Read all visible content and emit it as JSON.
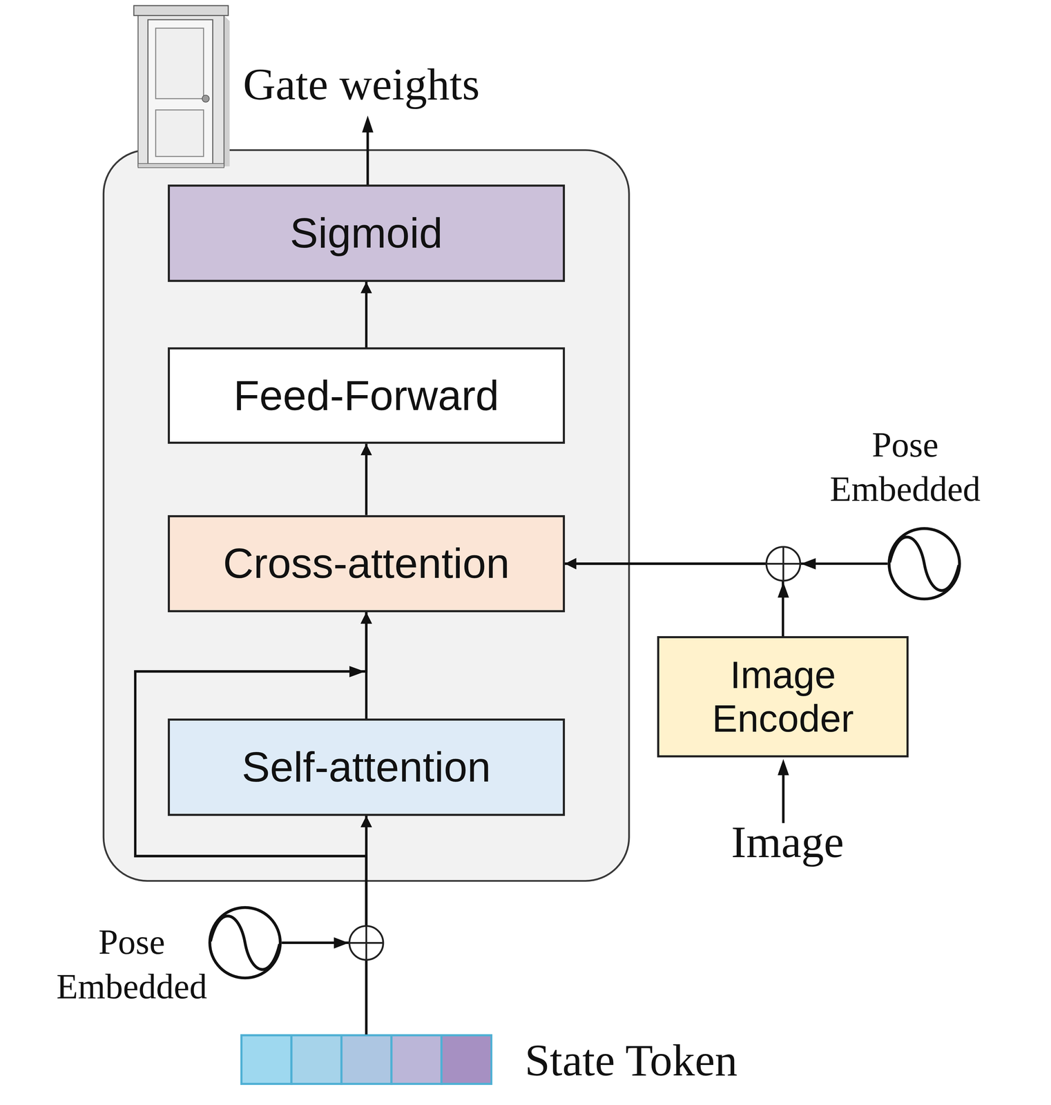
{
  "diagram": {
    "nodes": [
      {
        "text": [
          "Sigmoid"
        ]
      },
      {
        "text": [
          "Feed-Forward"
        ]
      },
      {
        "text": [
          "Pose Embedded"
        ]
      },
      {
        "text": [
          "Cross-attention"
        ]
      },
      {
        "text": [
          "Image Encoder"
        ]
      },
      {
        "text": [
          "Self-attention"
        ]
      },
      {
        "text": [
          "Pose Embedded"
        ]
      },
      {
        "text": [
          "State Token"
        ]
      }
    ],
    "edges": [
      {
        "from": 5,
        "to": 3,
        "arrow": "to"
      },
      {
        "from": 3,
        "to": 1,
        "arrow": "to"
      },
      {
        "from": 1,
        "to": 0,
        "arrow": "to"
      },
      {
        "from": 4,
        "to": 3,
        "arrow": "to"
      },
      {
        "from": 2,
        "to": 3,
        "arrow": "to"
      },
      {
        "from": 7,
        "to": 5,
        "arrow": "to"
      },
      {
        "from": 6,
        "to": 5,
        "arrow": "to"
      },
      {
        "from": 7,
        "to": 3,
        "arrow": "to"
      },
      {
        "from": 6,
        "to": 3,
        "arrow": "to"
      }
    ],
    "labels": [
      "Gate weights",
      "Image"
    ]
  }
}
